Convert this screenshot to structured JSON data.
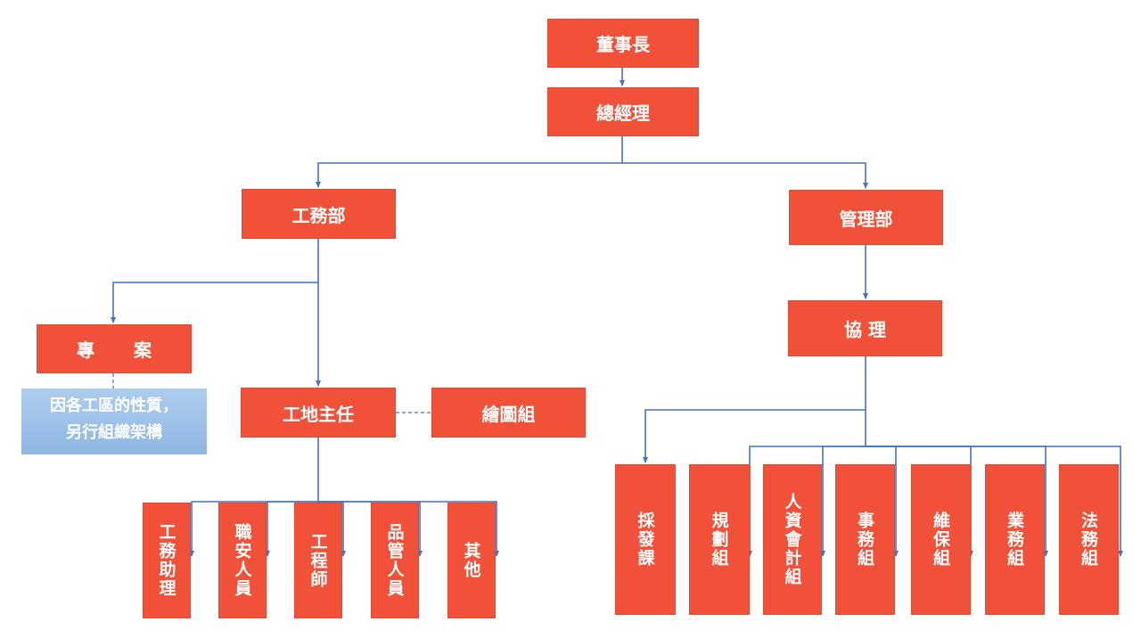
{
  "chairman": "董事長",
  "general_manager": "總經理",
  "engineering_dept": "工務部",
  "management_dept": "管理部",
  "project": {
    "left": "專",
    "right": "案"
  },
  "project_note": {
    "line1": "因各工區的性質，",
    "line2": "另行組織架構"
  },
  "site_supervisor": "工地主任",
  "drafting_group": "繪圖組",
  "site_staff": [
    "工務助理",
    "職安人員",
    "工程師",
    "品管人員",
    "其他"
  ],
  "assistant_manager": "協 理",
  "management_groups": [
    "採發課",
    "規劃組",
    "人資會計組",
    "事務組",
    "維保組",
    "業務組",
    "法務組"
  ],
  "colors": {
    "box": "#f05138",
    "line": "#4472c4",
    "note": "#9dc3e6"
  }
}
